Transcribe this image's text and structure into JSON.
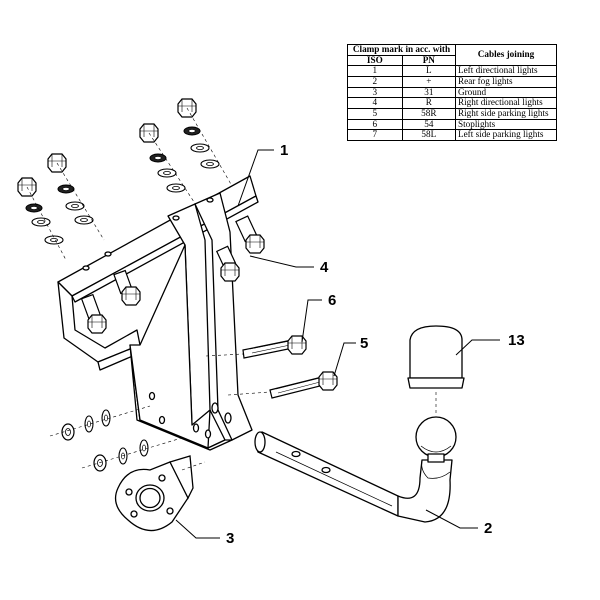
{
  "table": {
    "header_clamp": "Clamp mark in acc. with",
    "header_cables": "Cables joining",
    "header_iso": "ISO",
    "header_pn": "PN",
    "rows": [
      {
        "iso": "1",
        "pn": "L",
        "desc": "Left directional lights"
      },
      {
        "iso": "2",
        "pn": "+",
        "desc": "Rear fog lights"
      },
      {
        "iso": "3",
        "pn": "31",
        "desc": "Ground"
      },
      {
        "iso": "4",
        "pn": "R",
        "desc": "Right directional lights"
      },
      {
        "iso": "5",
        "pn": "58R",
        "desc": "Right side parking lights"
      },
      {
        "iso": "6",
        "pn": "54",
        "desc": "Stoplights"
      },
      {
        "iso": "7",
        "pn": "58L",
        "desc": "Left side parking lights"
      }
    ]
  },
  "callouts": {
    "c1": "1",
    "c2": "2",
    "c3": "3",
    "c4": "4",
    "c5": "5",
    "c6": "6",
    "c13": "13"
  }
}
